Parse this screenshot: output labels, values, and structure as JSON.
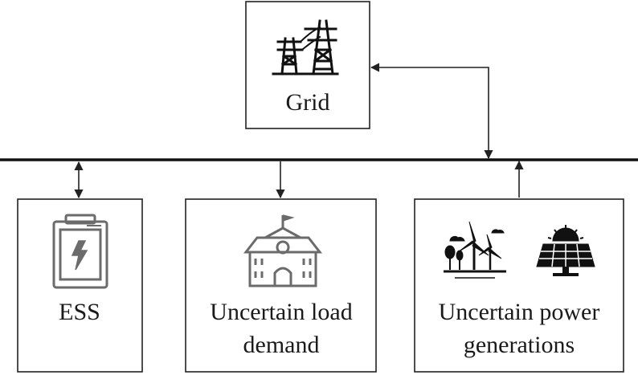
{
  "grid": {
    "label": "Grid",
    "icon": "transmission-tower-icon"
  },
  "ess": {
    "label": "ESS",
    "icon": "battery-icon"
  },
  "load": {
    "line1": "Uncertain load",
    "line2": "demand",
    "icon": "building-icon"
  },
  "generation": {
    "line1": "Uncertain power",
    "line2": "generations",
    "icons": [
      "wind-turbine-icon",
      "solar-panel-icon"
    ]
  },
  "colors": {
    "line": "#222222",
    "icon_dark": "#111111",
    "icon_gray": "#6b6b6b"
  }
}
